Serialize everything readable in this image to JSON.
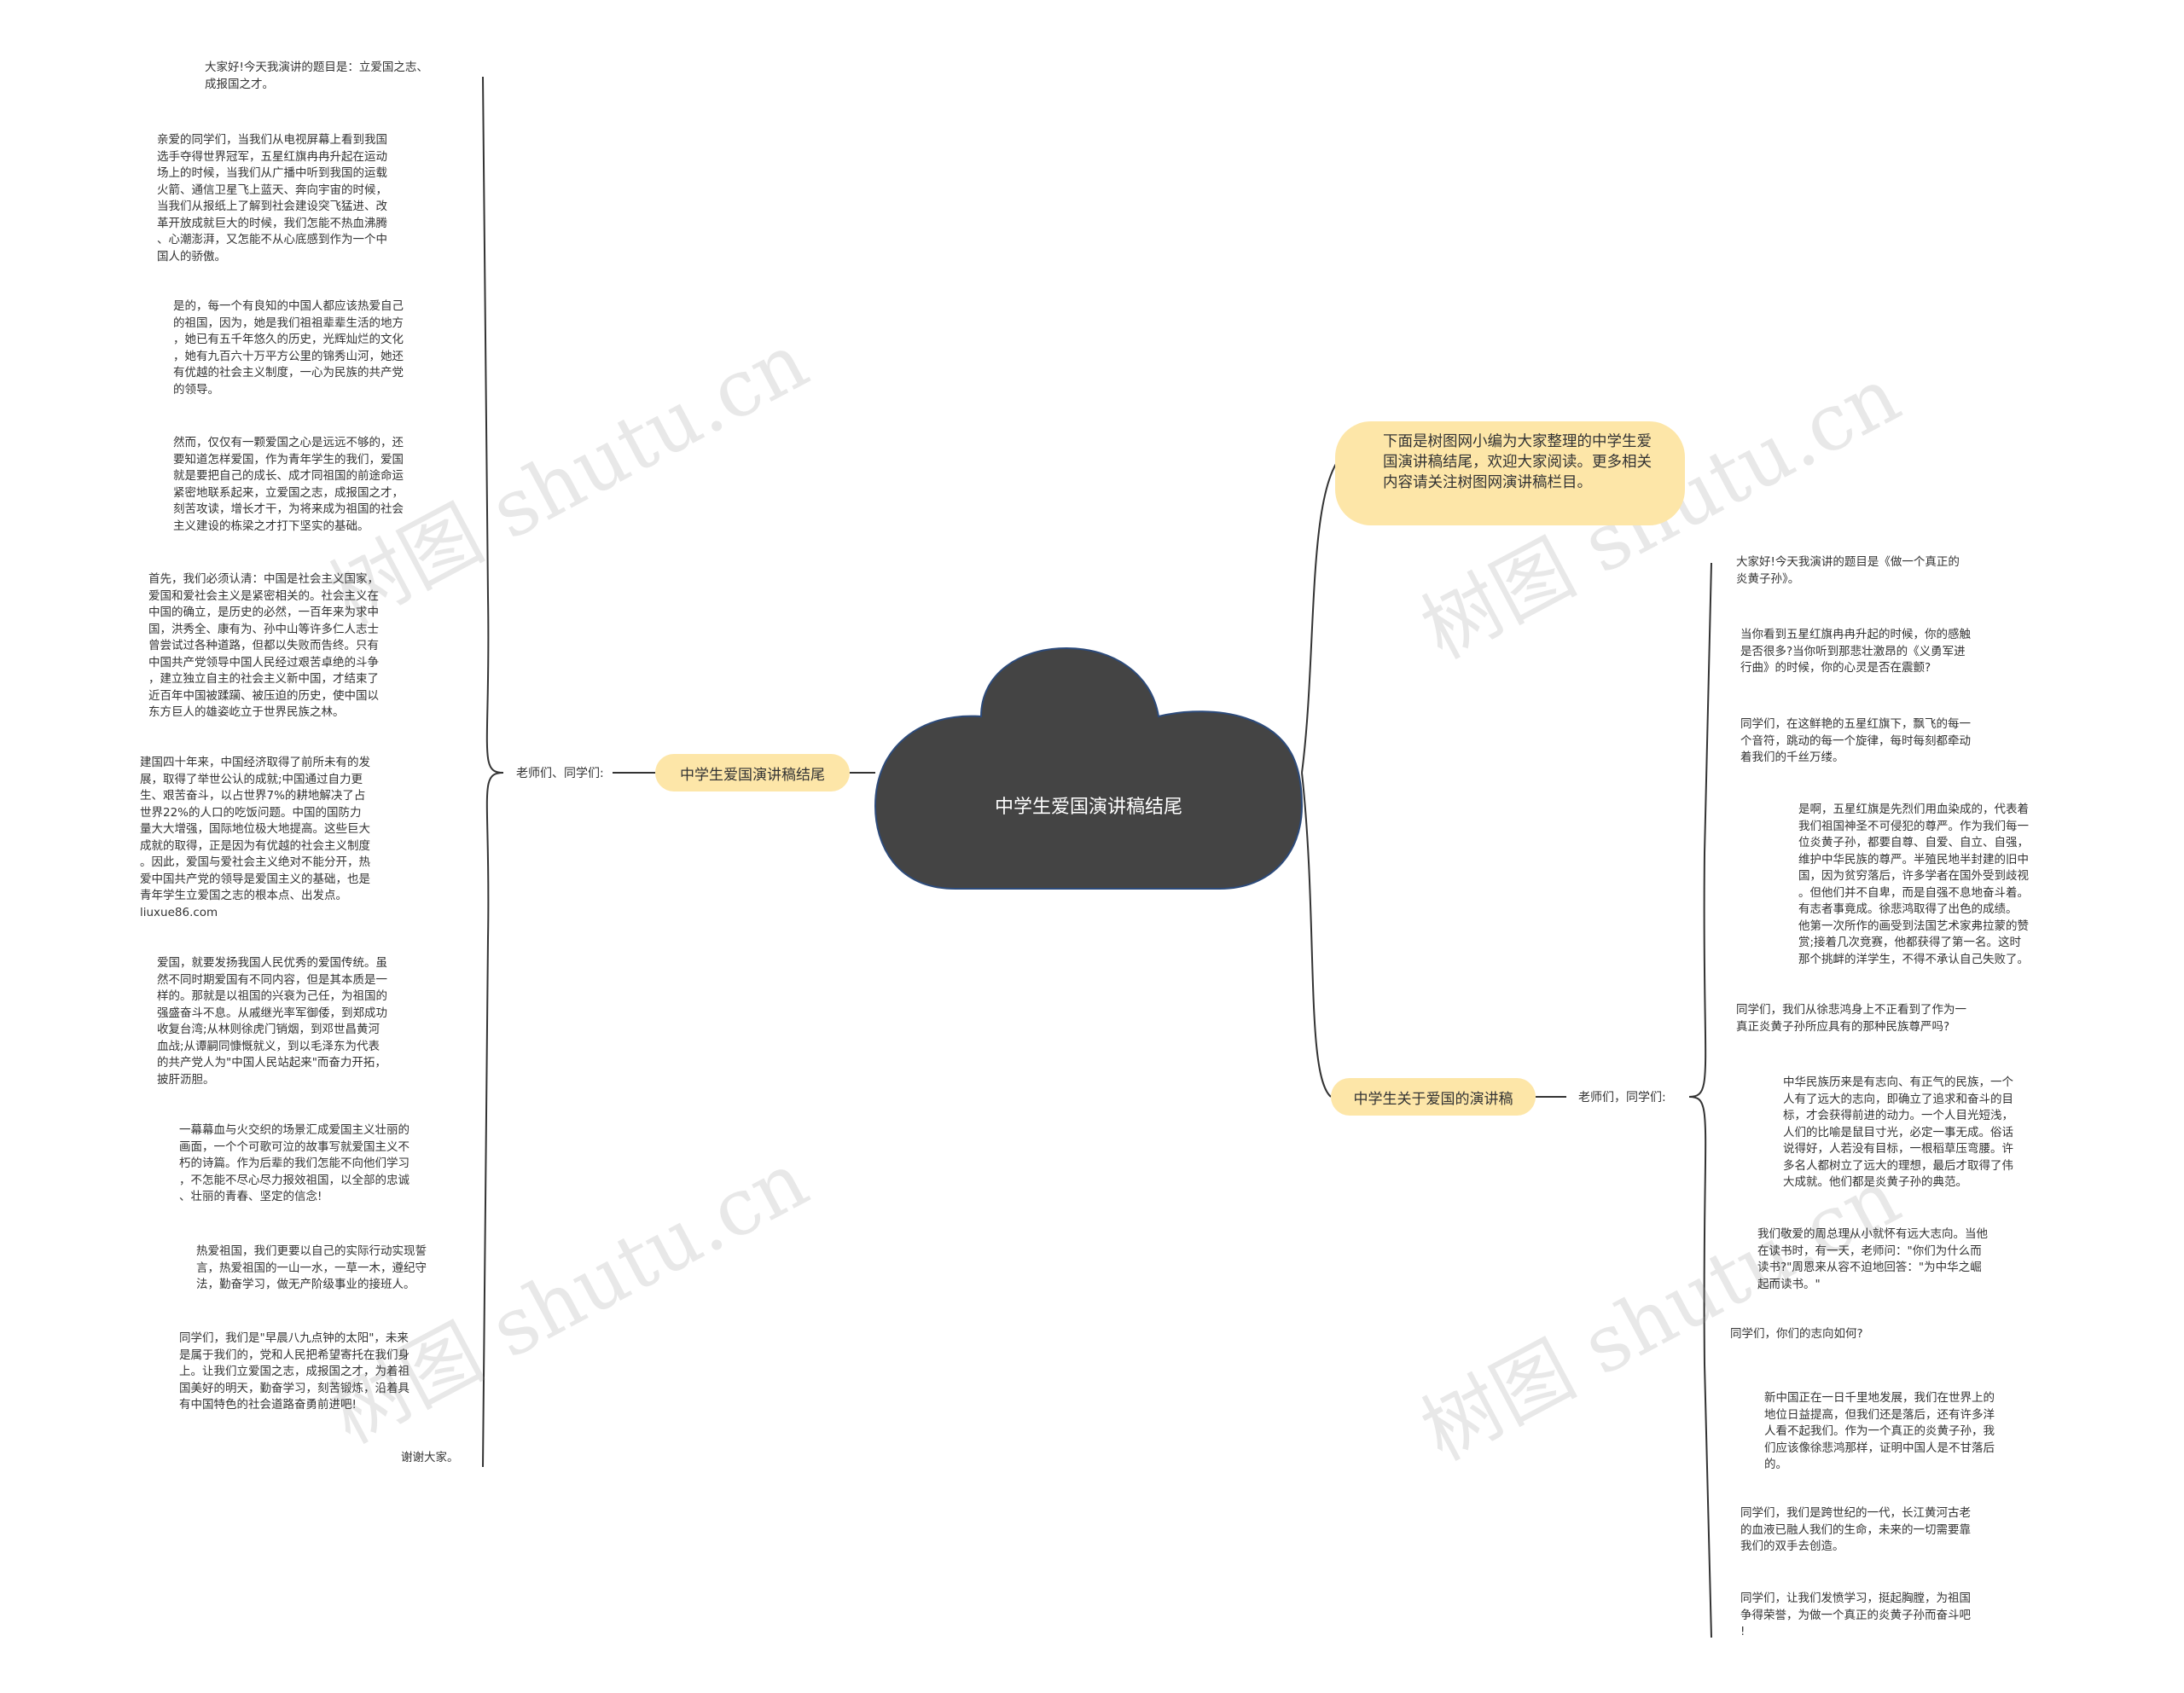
{
  "center": {
    "title": "中学生爱国演讲稿结尾"
  },
  "intro": {
    "text": "下面是树图网小编为大家整理的中学生爱国演讲稿结尾，欢迎大家阅读。更多相关内容请关注树图网演讲稿栏目。"
  },
  "left_branch": {
    "title": "中学生爱国演讲稿结尾",
    "sub": "老师们、同学们:",
    "leaves": [
      "大家好!今天我演讲的题目是：立爱国之志、\n成报国之才。",
      "亲爱的同学们，当我们从电视屏幕上看到我国\n选手夺得世界冠军，五星红旗冉冉升起在运动\n场上的时候，当我们从广播中听到我国的运载\n火箭、通信卫星飞上蓝天、奔向宇宙的时候，\n当我们从报纸上了解到社会建设突飞猛进、改\n革开放成就巨大的时候，我们怎能不热血沸腾\n、心潮澎湃，又怎能不从心底感到作为一个中\n国人的骄傲。",
      "是的，每一个有良知的中国人都应该热爱自己\n的祖国，因为，她是我们祖祖辈辈生活的地方\n，她已有五千年悠久的历史，光辉灿烂的文化\n，她有九百六十万平方公里的锦秀山河，她还\n有优越的社会主义制度，一心为民族的共产党\n的领导。",
      "然而，仅仅有一颗爱国之心是远远不够的，还\n要知道怎样爱国，作为青年学生的我们，爱国\n就是要把自己的成长、成才同祖国的前途命运\n紧密地联系起来，立爱国之志，成报国之才，\n刻苦攻读，增长才干，为将来成为祖国的社会\n主义建设的栋梁之才打下坚实的基础。",
      "首先，我们必须认清：中国是社会主义国家，\n爱国和爱社会主义是紧密相关的。社会主义在\n中国的确立，是历史的必然，一百年来为求中\n国，洪秀全、康有为、孙中山等许多仁人志士\n曾尝试过各种道路，但都以失败而告终。只有\n中国共产党领导中国人民经过艰苦卓绝的斗争\n，建立独立自主的社会主义新中国，才结束了\n近百年中国被蹂躏、被压迫的历史，使中国以\n东方巨人的雄姿屹立于世界民族之林。",
      "建国四十年来，中国经济取得了前所未有的发\n展，取得了举世公认的成就;中国通过自力更\n生、艰苦奋斗，以占世界7%的耕地解决了占\n世界22%的人口的吃饭问题。中国的国防力\n量大大增强，国际地位极大地提高。这些巨大\n成就的取得，正是因为有优越的社会主义制度\n。因此，爱国与爱社会主义绝对不能分开，热\n爱中国共产党的领导是爱国主义的基础，也是\n青年学生立爱国之志的根本点、出发点。\nliuxue86.com",
      "爱国，就要发扬我国人民优秀的爱国传统。虽\n然不同时期爱国有不同内容，但是其本质是一\n样的。那就是以祖国的兴衰为己任，为祖国的\n强盛奋斗不息。从戚继光率军御倭，到郑成功\n收复台湾;从林则徐虎门销烟，到邓世昌黄河\n血战;从谭嗣同慷慨就义，到以毛泽东为代表\n的共产党人为\"中国人民站起来\"而奋力开拓，\n披肝沥胆。",
      "一幕幕血与火交织的场景汇成爱国主义壮丽的\n画面，一个个可歌可泣的故事写就爱国主义不\n朽的诗篇。作为后辈的我们怎能不向他们学习\n，不怎能不尽心尽力报效祖国，以全部的忠诚\n、壮丽的青春、坚定的信念!",
      "热爱祖国，我们更要以自己的实际行动实现誓\n言，热爱祖国的一山一水，一草一木，遵纪守\n法，勤奋学习，做无产阶级事业的接班人。",
      "同学们，我们是\"早晨八九点钟的太阳\"，未来\n是属于我们的，党和人民把希望寄托在我们身\n上。让我们立爱国之志，成报国之才，为着祖\n国美好的明天，勤奋学习，刻苦锻炼，沿着具\n有中国特色的社会道路奋勇前进吧!",
      "谢谢大家。"
    ]
  },
  "right_branch": {
    "title": "中学生关于爱国的演讲稿",
    "sub": "老师们，同学们:",
    "leaves": [
      "大家好!今天我演讲的题目是《做一个真正的\n炎黄子孙》。",
      "当你看到五星红旗冉冉升起的时候，你的感触\n是否很多?当你听到那悲壮激昂的《义勇军进\n行曲》的时候，你的心灵是否在震颤?",
      "同学们，在这鲜艳的五星红旗下，飘飞的每一\n个音符，跳动的每一个旋律，每时每刻都牵动\n着我们的千丝万缕。",
      "是啊，五星红旗是先烈们用血染成的，代表着\n我们祖国神圣不可侵犯的尊严。作为我们每一\n位炎黄子孙，都要自尊、自爱、自立、自强，\n维护中华民族的尊严。半殖民地半封建的旧中\n国，因为贫穷落后，许多学者在国外受到歧视\n。但他们并不自卑，而是自强不息地奋斗着。\n有志者事竟成。徐悲鸿取得了出色的成绩。\n他第一次所作的画受到法国艺术家弗拉蒙的赞\n赏;接着几次竞赛，他都获得了第一名。这时\n那个挑衅的洋学生，不得不承认自己失败了。",
      "同学们，我们从徐悲鸿身上不正看到了作为一\n真正炎黄子孙所应具有的那种民族尊严吗?",
      "中华民族历来是有志向、有正气的民族，一个\n人有了远大的志向，即确立了追求和奋斗的目\n标，才会获得前进的动力。一个人目光短浅，\n人们的比喻是鼠目寸光，必定一事无成。俗话\n说得好，人若没有目标，一根稻草压弯腰。许\n多名人都树立了远大的理想，最后才取得了伟\n大成就。他们都是炎黄子孙的典范。",
      "我们敬爱的周总理从小就怀有远大志向。当他\n在读书时，有一天，老师问：\"你们为什么而\n读书?\"周恩来从容不迫地回答：\"为中华之崛\n起而读书。\"",
      "同学们，你们的志向如何?",
      "新中国正在一日千里地发展，我们在世界上的\n地位日益提高，但我们还是落后，还有许多洋\n人看不起我们。作为一个真正的炎黄子孙，我\n们应该像徐悲鸿那样，证明中国人是不甘落后\n的。",
      "同学们，我们是跨世纪的一代，长江黄河古老\n的血液已融人我们的生命，未来的一切需要靠\n我们的双手去创造。",
      "同学们，让我们发愤学习，挺起胸膛，为祖国\n争得荣誉，为做一个真正的炎黄子孙而奋斗吧\n!"
    ]
  },
  "watermark": "树图 shutu.cn",
  "colors": {
    "cloud": "#444444",
    "cloud_border": "#2c4a7a",
    "pill": "#fde6a8",
    "line": "#333333"
  }
}
